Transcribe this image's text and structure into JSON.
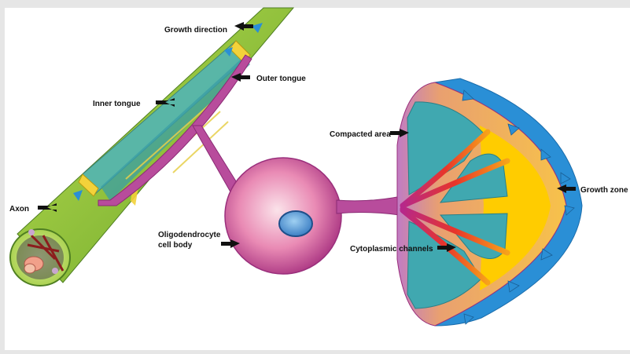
{
  "labels": {
    "growth_direction": "Growth direction",
    "outer_tongue": "Outer tongue",
    "inner_tongue": "Inner tongue",
    "axon": "Axon",
    "oligo_line1": "Oligodendrocyte",
    "oligo_line2": "cell body",
    "compacted_area": "Compacted area",
    "cytoplasmic_channels": "Cytoplasmic channels",
    "growth_zone": "Growth zone"
  },
  "colors": {
    "axon_green": "#8cc63f",
    "myelin_teal": "#40a8b0",
    "membrane_magenta": "#b84c9c",
    "cytoplasm_yellow": "#ffcc00",
    "channel_red": "#e8352a",
    "growth_blue": "#2a8fd6",
    "nucleus_blue": "#5aa6e0",
    "arrow_black": "#111111"
  }
}
